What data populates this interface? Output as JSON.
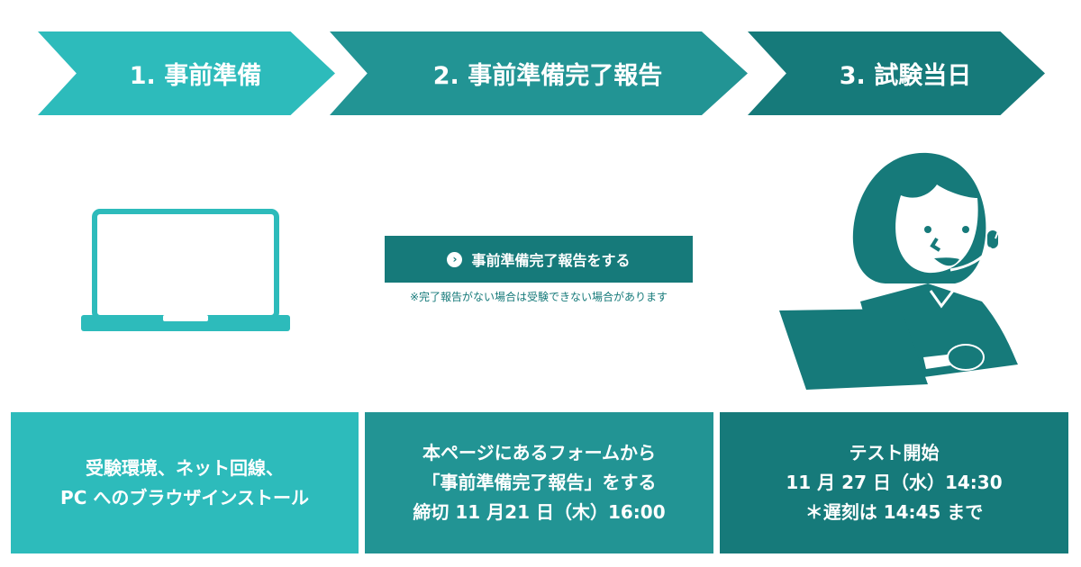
{
  "steps": [
    {
      "label": "1. 事前準備"
    },
    {
      "label": "2. 事前準備完了報告"
    },
    {
      "label": "3. 試験当日"
    }
  ],
  "action": {
    "button_label": "事前準備完了報告をする",
    "note": "※完了報告がない場合は受験できない場合があります"
  },
  "boxes": [
    {
      "lines": [
        "受験環境、ネット回線、",
        "PC へのブラウザインストール"
      ]
    },
    {
      "lines": [
        "本ページにあるフォームから",
        "「事前準備完了報告」をする",
        "締切 11 月21 日（木）16:00"
      ]
    },
    {
      "lines": [
        "テスト開始",
        "11 月 27 日（水）14:30",
        "＊遅刻は 14:45 まで"
      ]
    }
  ],
  "colors": {
    "step1": "#2dbbbb",
    "step2": "#229494",
    "step3": "#167a7a"
  }
}
